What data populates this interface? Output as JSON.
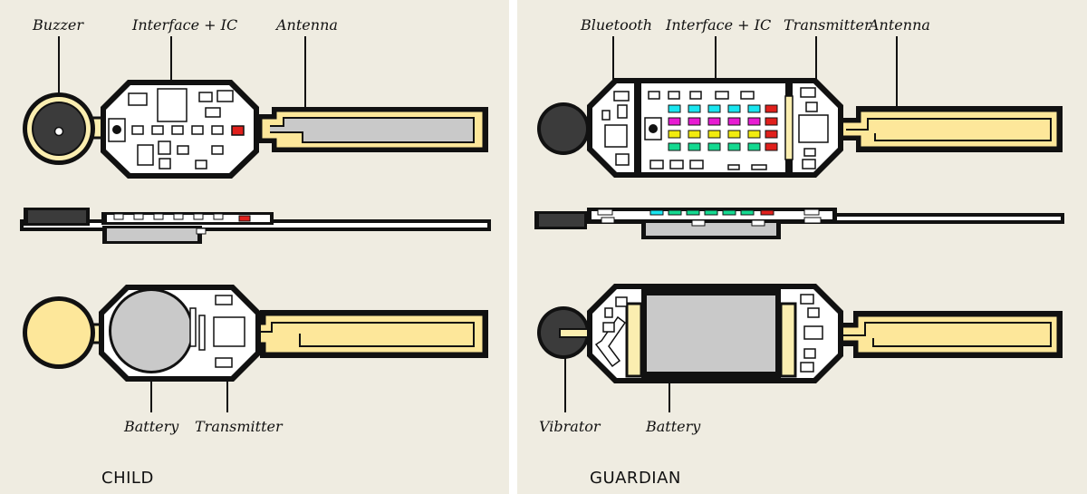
{
  "colors": {
    "background": "#efece1",
    "outline": "#111111",
    "board": "#ffffff",
    "cream": "#fbeeb0",
    "antenna_fill": "#fde79a",
    "grey": "#c9c9c9",
    "dark": "#3b3b3b",
    "red": "#e0201c",
    "cyan": "#19e6f0",
    "magenta": "#e81bd2",
    "yellow": "#f2ec0e",
    "green": "#14d990"
  },
  "child": {
    "title": "CHILD",
    "labels": {
      "buzzer": "Buzzer",
      "interface_ic": "Interface + IC",
      "antenna": "Antenna",
      "battery": "Battery",
      "transmitter": "Transmitter"
    }
  },
  "guardian": {
    "title": "GUARDIAN",
    "labels": {
      "bluetooth": "Bluetooth",
      "interface_ic": "Interface + IC",
      "transmitter": "Transmitter",
      "antenna": "Antenna",
      "vibrator": "Vibrator",
      "battery": "Battery"
    },
    "led_rows": [
      "cyan",
      "magenta",
      "yellow",
      "green"
    ]
  }
}
